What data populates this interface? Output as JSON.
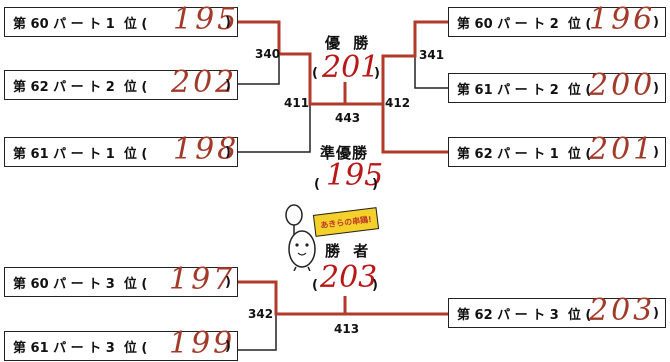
{
  "entries": {
    "e1": {
      "label": "第 60 パ ー ト 1  位 (",
      "score": "195",
      "close": ")"
    },
    "e2": {
      "label": "第 62 パ ー ト 2  位 (",
      "score": "202",
      "close": ")"
    },
    "e3": {
      "label": "第 61 パ ー ト 1  位 (",
      "score": "198",
      "close": ")"
    },
    "e4": {
      "label": "第 60 パ ー ト 2  位 (",
      "score": "196",
      "close": ")"
    },
    "e5": {
      "label": "第 61 パ ー ト 2  位 (",
      "score": "200",
      "close": ")"
    },
    "e6": {
      "label": "第 62 パ ー ト 1  位 (",
      "score": "201",
      "close": ")"
    },
    "e7": {
      "label": "第 60 パ ー ト 3  位 (",
      "score": "197",
      "close": ")"
    },
    "e8": {
      "label": "第 61 パ ー ト 3  位 (",
      "score": "199",
      "close": ")"
    },
    "e9": {
      "label": "第 62 パ ー ト 3  位 (",
      "score": "203",
      "close": ")"
    }
  },
  "match_numbers": {
    "m340": "340",
    "m341": "341",
    "m411": "411",
    "m412": "412",
    "m443": "443",
    "m342": "342",
    "m413": "413"
  },
  "results": {
    "champion_title": "優 勝",
    "champion_score": "201",
    "runner_up_title": "準優勝",
    "runner_up_score": "195",
    "winner_title": "勝 者",
    "winner_score": "203",
    "open_paren": "(",
    "close_paren": ")"
  },
  "mascot": {
    "banner": "あきらの串鶏!"
  },
  "colors": {
    "winner_line": "#b23a2a",
    "line": "#222222",
    "handwriting": "#a23a2a"
  }
}
